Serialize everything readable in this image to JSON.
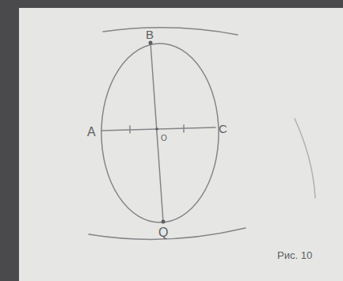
{
  "diagram": {
    "labels": [
      "B",
      "A",
      "O",
      "C",
      "Q",
      "Рис. 10"
    ]
  }
}
